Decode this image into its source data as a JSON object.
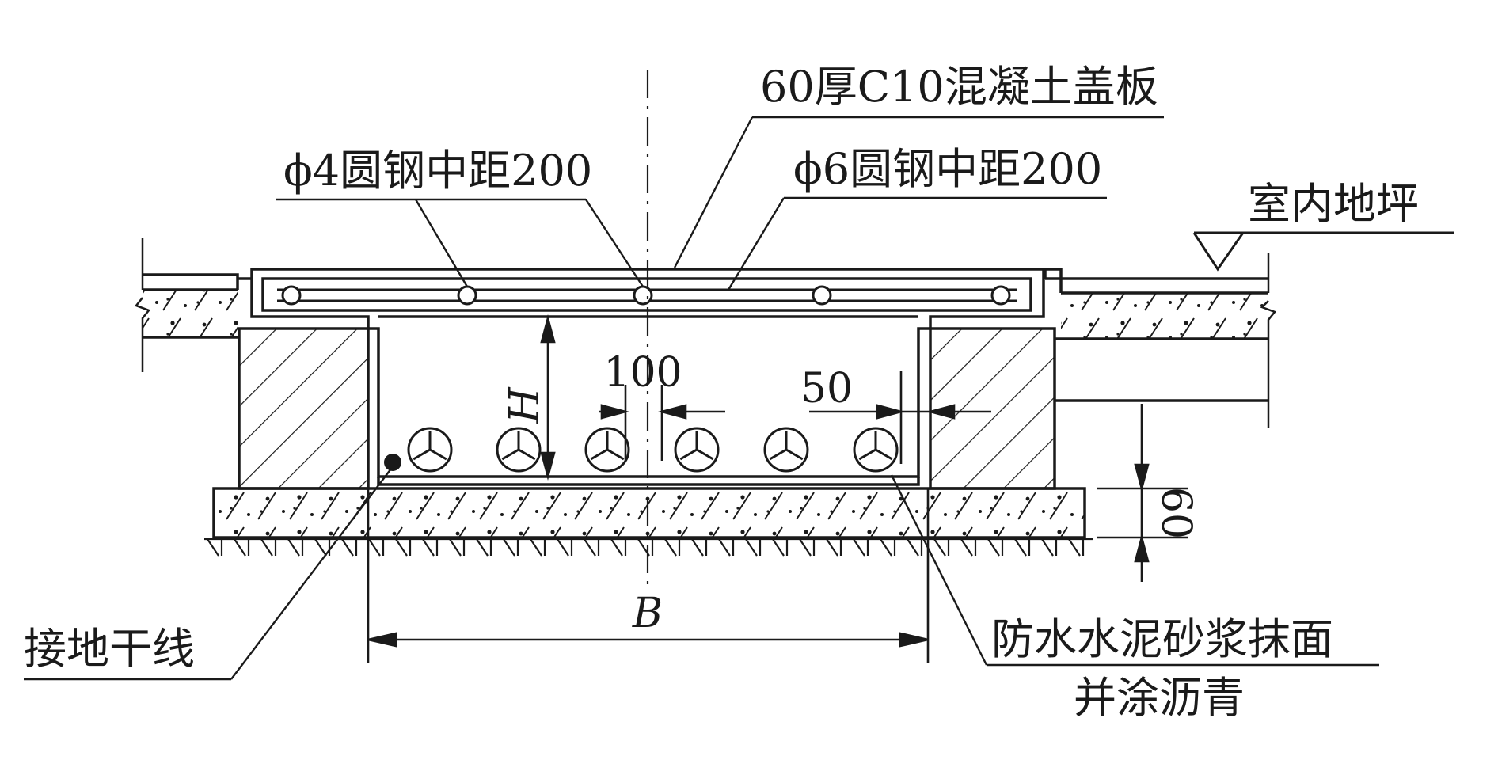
{
  "labels": {
    "cover_slab": "60厚C10混凝土盖板",
    "rebar_phi4": "ϕ4圆钢中距200",
    "rebar_phi6": "ϕ6圆钢中距200",
    "indoor_floor": "室内地坪",
    "ground_wire": "接地干线",
    "waterproof_line1": "防水水泥砂浆抹面",
    "waterproof_line2": "并涂沥青"
  },
  "dimensions": {
    "height": "H",
    "width": "B",
    "spacing": "100",
    "clearance": "50",
    "base_thickness": "60"
  }
}
